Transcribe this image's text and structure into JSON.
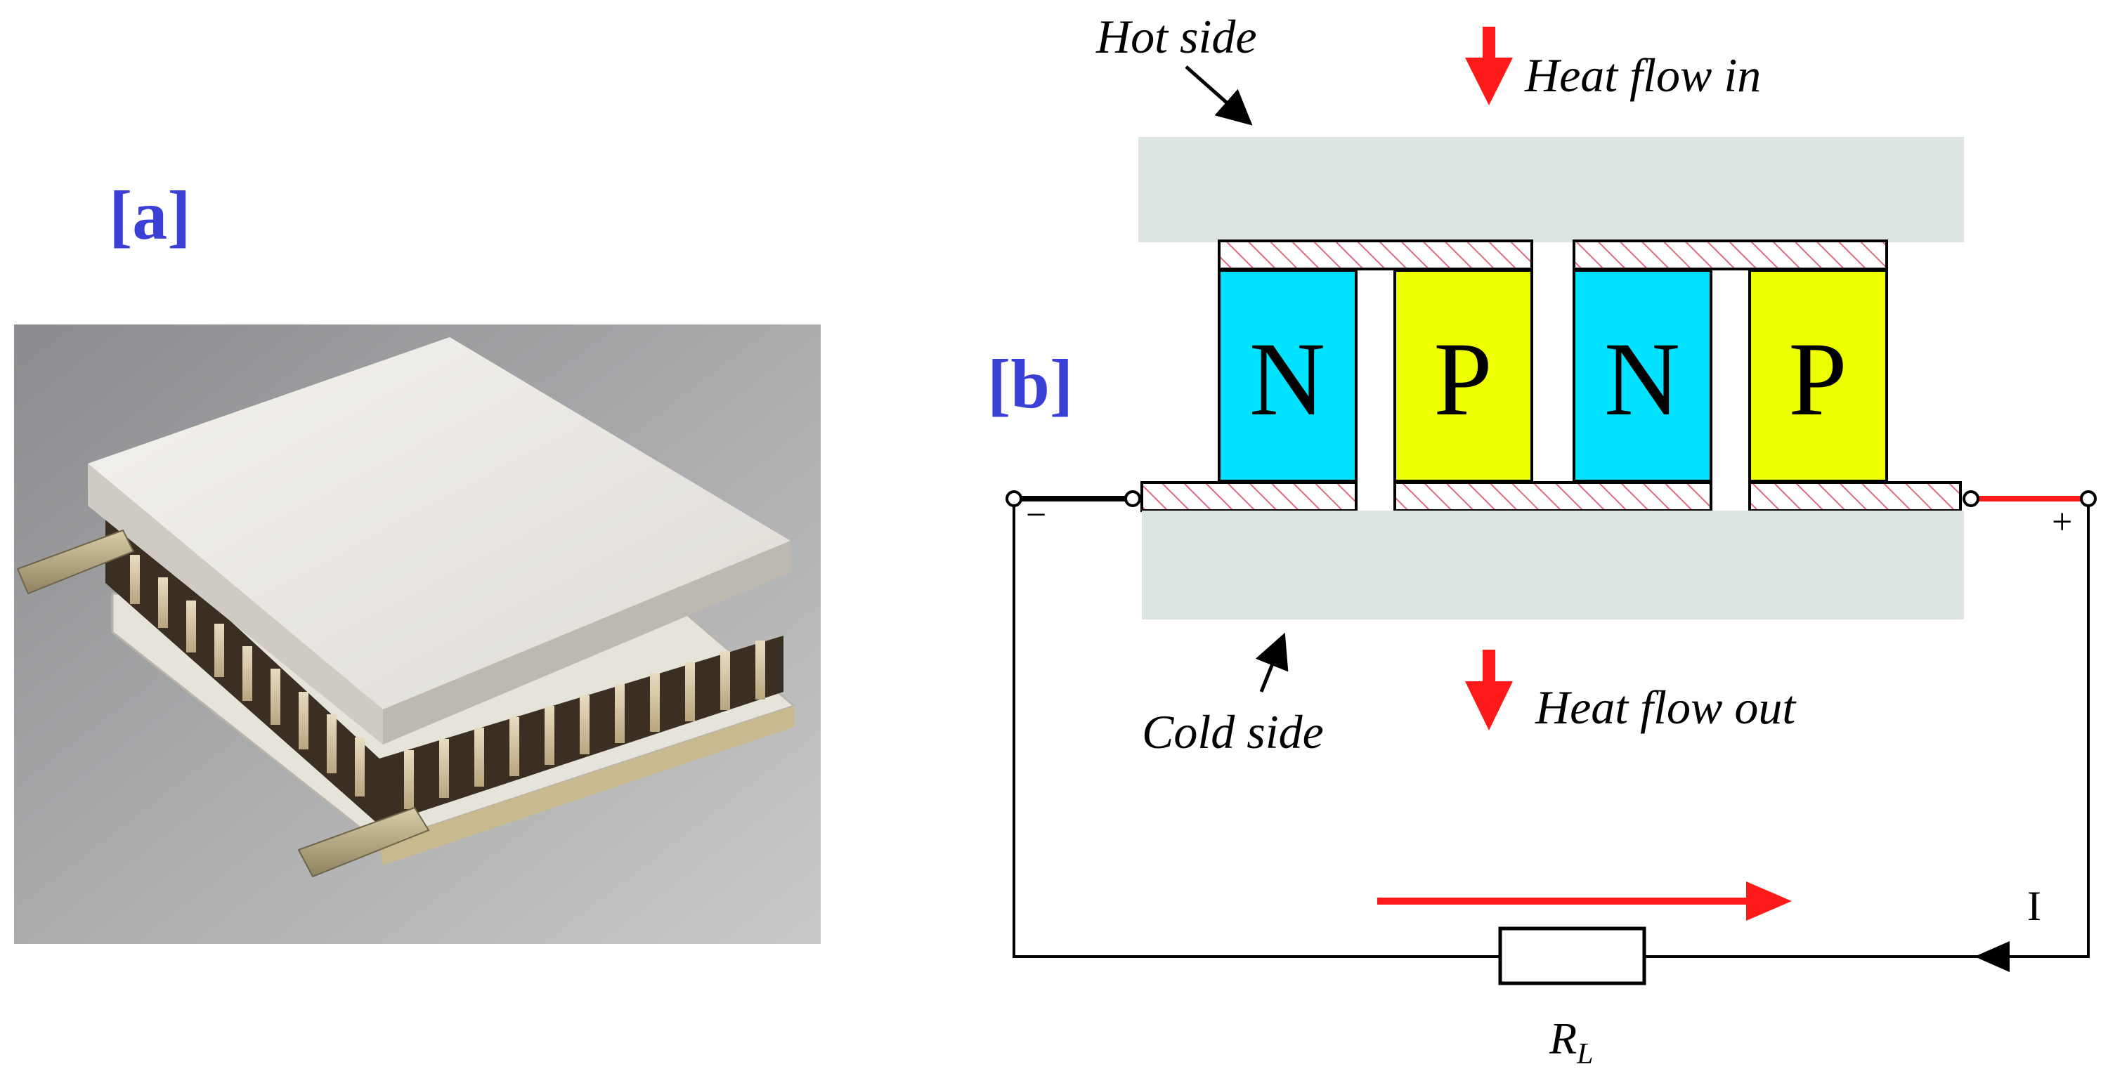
{
  "panel_a": {
    "label": "[a]"
  },
  "panel_b": {
    "label": "[b]",
    "hot_side": "Hot side",
    "cold_side": "Cold side",
    "heat_in": "Heat flow in",
    "heat_out": "Heat flow out",
    "legs": [
      "N",
      "P",
      "N",
      "P"
    ],
    "minus": "−",
    "plus": "+",
    "current": "I",
    "load_main": "R",
    "load_sub": "L"
  },
  "colors": {
    "label_blue": "#3a3fd6",
    "n_leg": "#00e2ff",
    "p_leg": "#eeff00",
    "ceramic": "#dde4e4",
    "arrow_red": "#ff1a1a",
    "hatch": "#e06a80"
  }
}
